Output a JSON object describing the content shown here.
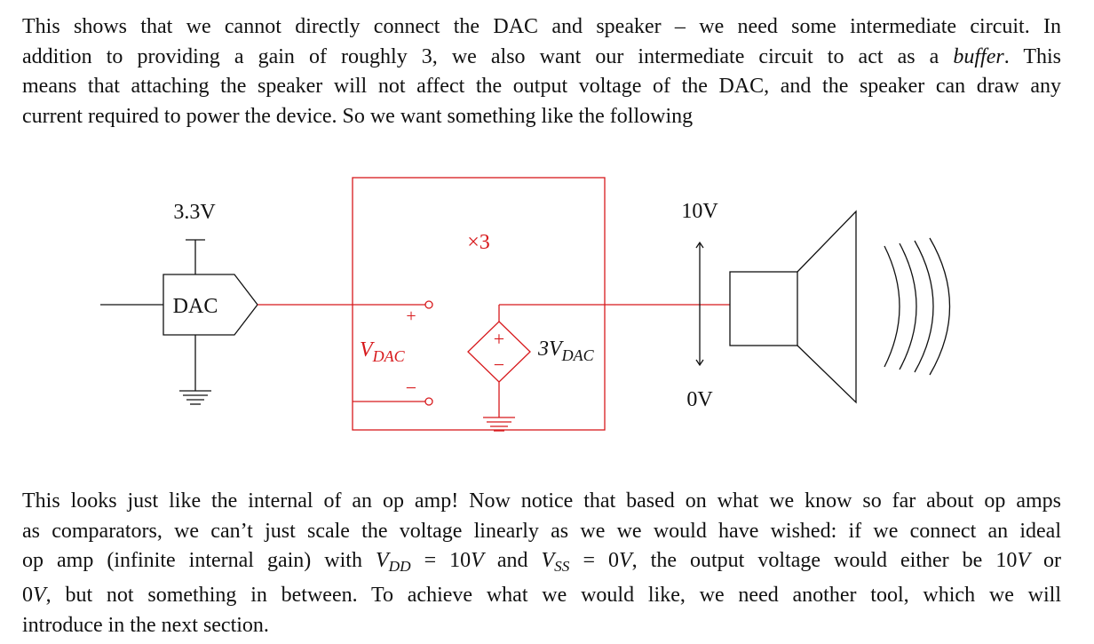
{
  "paragraph1": {
    "l1": "This shows that we cannot directly connect the DAC and speaker – we need some intermediate circuit. In",
    "l2a": "addition to providing a gain of roughly 3, we also want our intermediate circuit to act as a",
    "l2_emph": "buffer",
    "l2b": ". This",
    "l3": "means that attaching the speaker will not affect the output voltage of the DAC, and the speaker can draw any",
    "l4": "current required to power the device. So we want something like the following"
  },
  "diagram": {
    "dac_supply": "3.3V",
    "dac_label": "DAC",
    "gain_label": "×3",
    "plus_sign": "+",
    "minus_sign": "−",
    "vdac_main": "V",
    "vdac_sub": "DAC",
    "source_plus": "+",
    "source_minus": "−",
    "out_main": "3V",
    "out_sub": "DAC",
    "top_rail": "10V",
    "bottom_rail": "0V",
    "colors": {
      "accent": "#d7191c",
      "ink": "#111111"
    }
  },
  "paragraph2": {
    "l1": "This looks just like the internal of an op amp! Now notice that based on what we know so far about op amps",
    "l2": "as comparators, we can’t just scale the voltage linearly as we we would have wished: if we connect an ideal",
    "l3a": "op amp (infinite internal gain) with",
    "vdd_main": "V",
    "vdd_sub": "DD",
    "l3b": " = 10",
    "l3b_unit": "V",
    "l3c": " and",
    "vss_main": "V",
    "vss_sub": "SS",
    "l3d": " = 0",
    "l3d_unit": "V",
    "l3e": ", the output voltage would either be 10",
    "l3e_unit": "V",
    "l3f": " or",
    "l4a": "0",
    "l4a_unit": "V",
    "l4b": ", but not something in between. To achieve what we would like, we need another tool, which we will",
    "l5": "introduce in the next section."
  }
}
